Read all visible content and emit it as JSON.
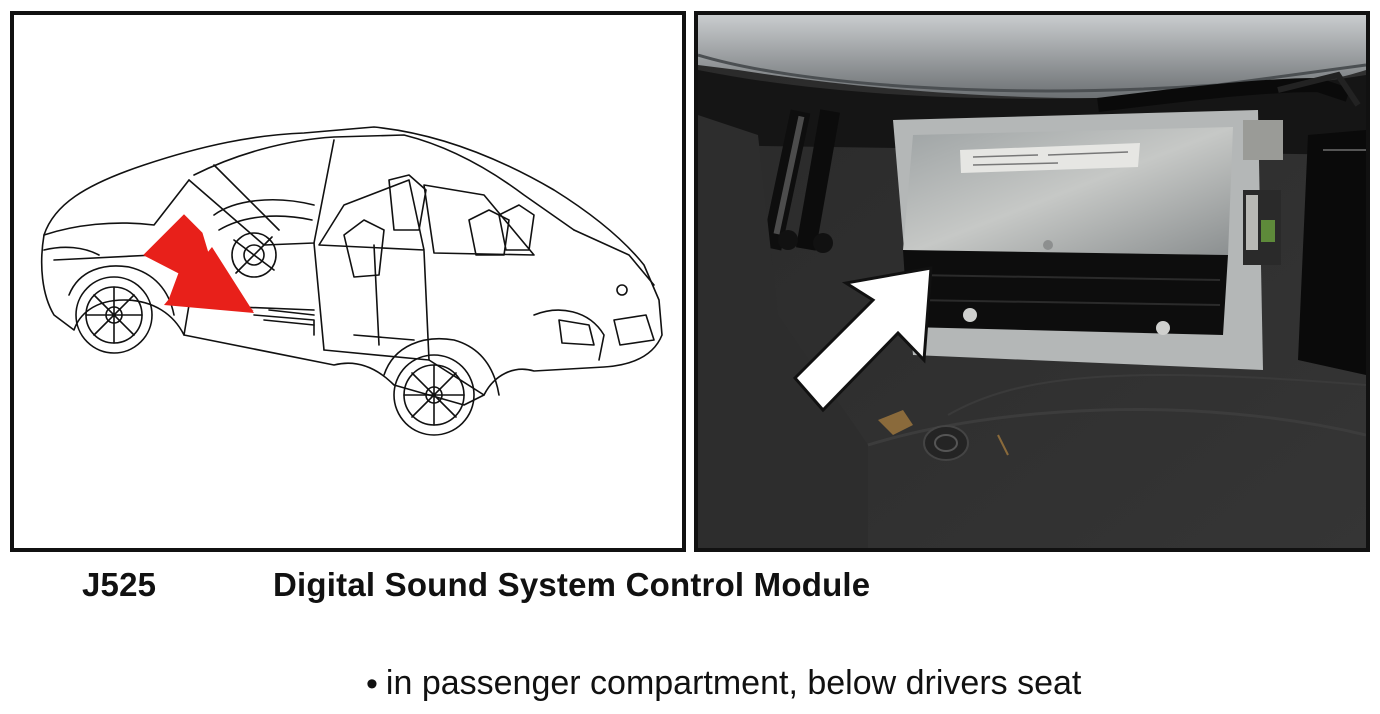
{
  "component": {
    "code": "J525",
    "name": "Digital Sound System Control Module"
  },
  "location": {
    "bullet": "•",
    "text": "in passenger compartment, below drivers seat"
  },
  "illustration": {
    "arrow_color": "#e8201a",
    "line_color": "#111111"
  },
  "photo": {
    "arrow_color": "#ffffff",
    "module_color": "#b7b9b8"
  }
}
